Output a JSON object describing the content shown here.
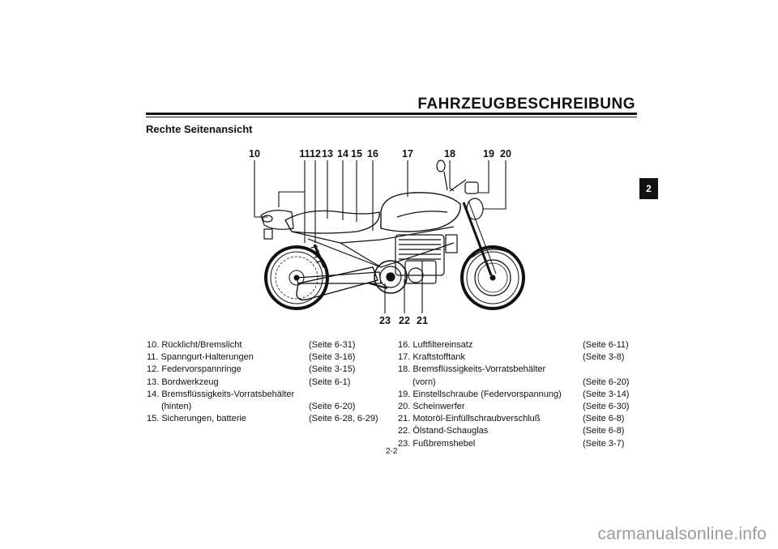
{
  "header": {
    "title": "FAHRZEUGBESCHREIBUNG"
  },
  "section": {
    "title": "Rechte Seitenansicht"
  },
  "chapter_tab": "2",
  "callouts": {
    "c10": "10",
    "c11": "11",
    "c12": "12",
    "c13": "13",
    "c14": "14",
    "c15": "15",
    "c16": "16",
    "c17": "17",
    "c18": "18",
    "c19": "19",
    "c20": "20",
    "c21": "21",
    "c22": "22",
    "c23": "23"
  },
  "legend_left": [
    {
      "label": "10. Rücklicht/Bremslicht",
      "ref": "(Seite 6-31)"
    },
    {
      "label": "11. Spanngurt-Halterungen",
      "ref": "(Seite 3-16)"
    },
    {
      "label": "12. Federvorspannringe",
      "ref": "(Seite 3-15)"
    },
    {
      "label": "13. Bordwerkzeug",
      "ref": "(Seite 6-1)"
    },
    {
      "label": "14. Bremsflüssigkeits-Vorratsbehälter",
      "ref": ""
    },
    {
      "label": "(hinten)",
      "ref": "(Seite 6-20)"
    },
    {
      "label": "15. Sicherungen, batterie",
      "ref": "(Seite 6-28, 6-29)"
    }
  ],
  "legend_right": [
    {
      "label": "16. Luftfiltereinsatz",
      "ref": "(Seite 6-11)"
    },
    {
      "label": "17. Kraftstofftank",
      "ref": "(Seite 3-8)"
    },
    {
      "label": "18. Bremsflüssigkeits-Vorratsbehälter",
      "ref": ""
    },
    {
      "label": "(vorn)",
      "ref": "(Seite 6-20)"
    },
    {
      "label": "19. Einstellschraube (Federvorspannung)",
      "ref": "(Seite 3-14)"
    },
    {
      "label": "20. Scheinwerfer",
      "ref": "(Seite 6-30)"
    },
    {
      "label": "21. Motoröl-Einfüllschraubverschluß",
      "ref": "(Seite 6-8)"
    },
    {
      "label": "22. Ölstand-Schauglas",
      "ref": "(Seite 6-8)"
    },
    {
      "label": "23. Fußbremshebel",
      "ref": "(Seite 3-7)"
    }
  ],
  "footer": {
    "page": "2-2",
    "watermark": "carmanualsonline.info"
  }
}
